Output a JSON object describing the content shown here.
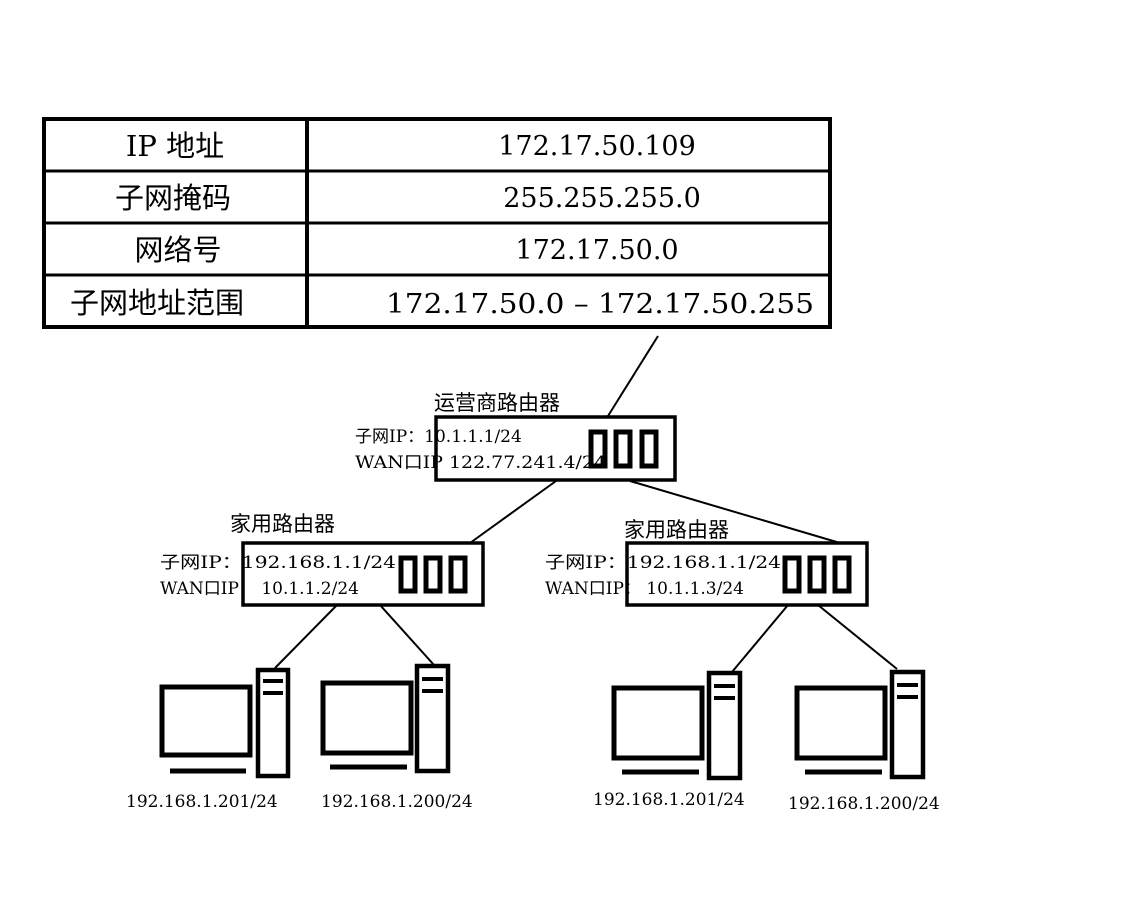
{
  "table": {
    "rows": [
      {
        "label": "IP 地址",
        "value": "172.17.50.109"
      },
      {
        "label": "子网掩码",
        "value": "255.255.255.0"
      },
      {
        "label": "网络号",
        "value": "172.17.50.0"
      },
      {
        "label": "子网地址范围",
        "value": "172.17.50.0 – 172.17.50.255"
      }
    ]
  },
  "isp_router": {
    "title": "运营商路由器",
    "subnet_ip": "子网IP：10.1.1.1/24",
    "wan_ip": "WAN口IP 122.77.241.4/24"
  },
  "home_routers": [
    {
      "title": "家用路由器",
      "subnet_ip": "子网IP：192.168.1.1/24",
      "wan_ip": "WAN口IP： 10.1.1.2/24",
      "pcs": [
        {
          "ip": "192.168.1.201/24"
        },
        {
          "ip": "192.168.1.200/24"
        }
      ]
    },
    {
      "title": "家用路由器",
      "subnet_ip": "子网IP：192.168.1.1/24",
      "wan_ip": "WAN口IP： 10.1.1.3/24",
      "pcs": [
        {
          "ip": "192.168.1.201/24"
        },
        {
          "ip": "192.168.1.200/24"
        }
      ]
    }
  ]
}
